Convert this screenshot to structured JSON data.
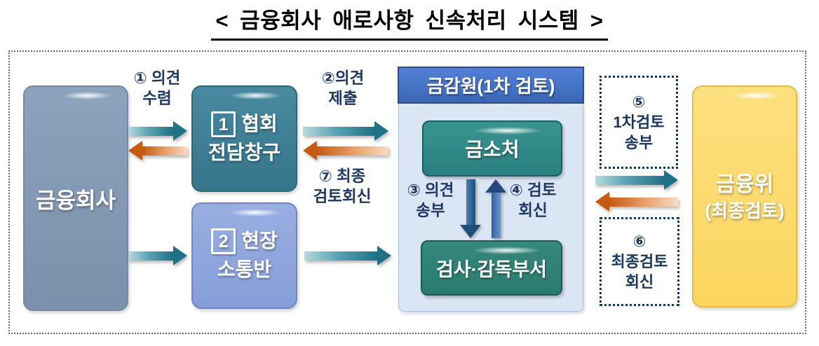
{
  "title": "< 금융회사 애로사항 신속처리 시스템 >",
  "diagram": {
    "financial_company": {
      "label": "금융회사"
    },
    "association_channel": {
      "num": "1",
      "line1": "협회",
      "line2": "전담창구"
    },
    "field_communication": {
      "num": "2",
      "line1": "현장",
      "line2": "소통반"
    },
    "fss": {
      "header": "금감원(1차 검토)",
      "consumer_bureau": "금소처",
      "inspection_dept": "검사·감독부서"
    },
    "fsc": {
      "line1": "금융위",
      "line2": "(최종검토)"
    },
    "steps": {
      "s1": {
        "l1": "① 의견",
        "l2": "수렴"
      },
      "s2": {
        "l1": "②의견",
        "l2": "제출"
      },
      "s3": {
        "l1": "③ 의견",
        "l2": "송부"
      },
      "s4": {
        "l1": "④ 검토",
        "l2": "회신"
      },
      "s5": {
        "l1": "⑤",
        "l2": "1차검토",
        "l3": "송부"
      },
      "s6": {
        "l1": "⑥",
        "l2": "최종검토",
        "l3": "회신"
      },
      "s7": {
        "l1": "⑦ 최종",
        "l2": "검토회신"
      }
    }
  },
  "colors": {
    "frame_border": "#666666",
    "navy_text": "#1f3864",
    "financial_company_fill": "#8298b3",
    "association_fill": "#35758c",
    "field_fill": "#869ed8",
    "fss_header_fill": "#4472c4",
    "fss_panel_fill": "#dbe6f5",
    "consumer_fill": "#2a8080",
    "inspection_fill": "#2a7a6f",
    "fsc_fill": "#fbd55e",
    "teal_arrow": "#1e7186",
    "orange_arrow": "#c55a11",
    "blue_arrow_down": "#1f4e79",
    "blue_arrow_up": "#2e5fa3"
  }
}
